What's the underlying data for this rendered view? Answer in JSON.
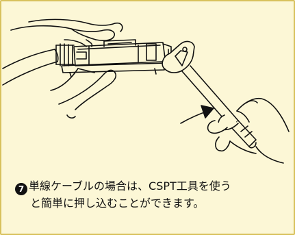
{
  "colors": {
    "panel_background": "#fcf7d6",
    "panel_border": "#d8c15c",
    "line_art": "#111111"
  },
  "illustration": {
    "icons": [
      "left-hand-icon",
      "cable-icon",
      "connector-plug-icon",
      "cspt-tool-icon",
      "curved-arrow-icon",
      "right-hand-icon"
    ]
  },
  "caption": {
    "step_number": "7",
    "line1": "単線ケーブルの場合は、CSPT工具を使う",
    "line2": "と簡単に押し込むことができます。"
  }
}
